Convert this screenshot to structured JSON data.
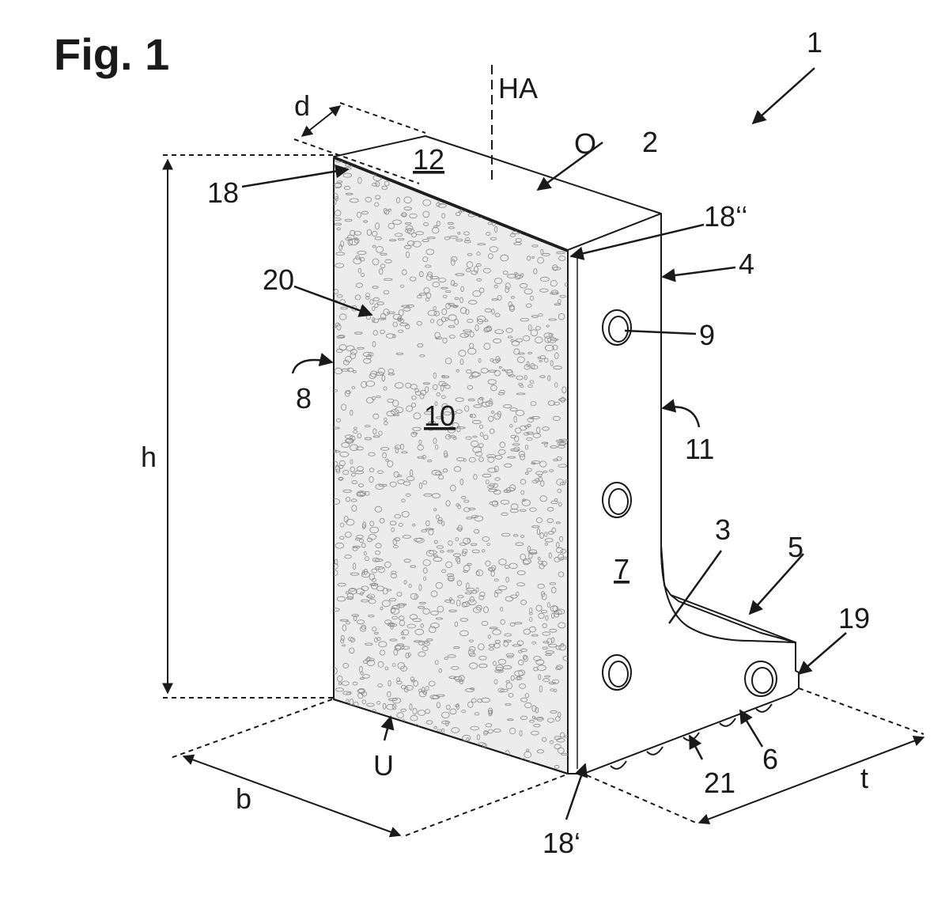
{
  "figure_title": "Fig. 1",
  "labels": {
    "assembly": "1",
    "upper_leg": "2",
    "lower_leg": "3",
    "ref_4": "4",
    "ref_5": "5",
    "ref_6": "6",
    "side_face": "7",
    "ref_8": "8",
    "hole": "9",
    "front_face": "10",
    "ref_11": "11",
    "top_face": "12",
    "edge_18": "18",
    "edge_18_prime": "18‘",
    "edge_18_double_prime": "18‘‘",
    "ref_19": "19",
    "surface_20": "20",
    "ref_21": "21",
    "top_O": "O",
    "bottom_U": "U",
    "axis_HA": "HA",
    "dim_d": "d",
    "dim_h": "h",
    "dim_b": "b",
    "dim_t": "t"
  },
  "colors": {
    "line": "#1a1a1a",
    "face_front": "#ececec",
    "face_side": "#ffffff",
    "face_top": "#ffffff",
    "speckle": "#8a8a8a"
  }
}
